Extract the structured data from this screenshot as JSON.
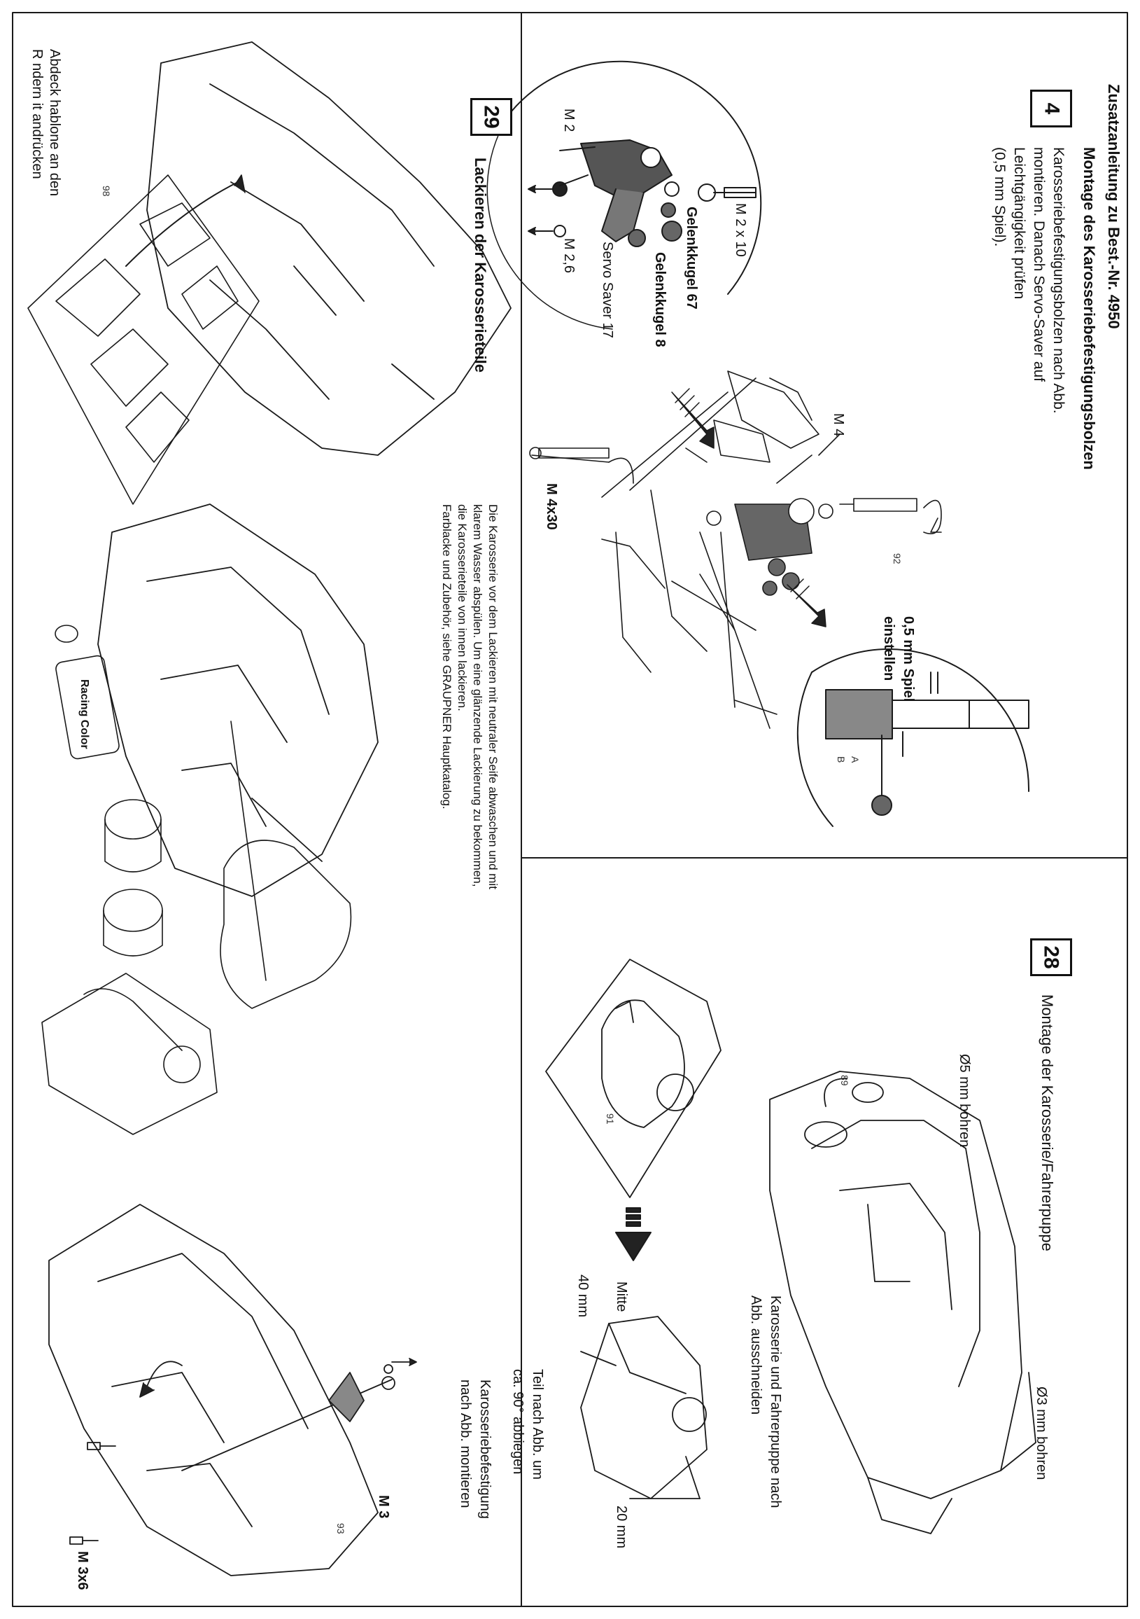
{
  "header": {
    "title": "Zusatzanleitung zu Best.-Nr. 4950"
  },
  "step4": {
    "number": "4",
    "heading": "Montage des Karosseriebefestigungsbolzen",
    "text_lines": [
      "Karosseriebefestigungsbolzen nach Abb.",
      "montieren. Danach Servo-Saver auf",
      "Leichtgängigkeit prüfen",
      "(0,5 mm Spiel)."
    ],
    "labels": {
      "m2x10": "M 2 x 10",
      "m2": "M 2",
      "gelenkkugel67": "Gelenkkugel 67",
      "gelenkkugel8": "Gelenkkugel 8",
      "servo_saver": "Servo Saver 17",
      "m26": "M 2,6",
      "m4": "M 4",
      "m4x30": "M 4x30",
      "part92": "92",
      "spiel": "0,5 mm Spiel",
      "einstellen": "einstellen",
      "a": "A",
      "b": "B"
    }
  },
  "step28": {
    "number": "28",
    "heading": "Montage der Karosserie/Fahrerpuppe",
    "labels": {
      "bohren5": "Ø5 mm bohren",
      "bohren3": "Ø3 mm bohren",
      "part89": "89",
      "part91": "91",
      "cut_line1": "Karosserie und Fahrerpuppe nach",
      "cut_line2": "Abb. ausschneiden",
      "mitte": "Mitte",
      "mm40": "40 mm",
      "mm20": "20 mm",
      "bend_line1": "Teil nach Abb. um",
      "bend_line2": "ca. 90° abbiegen",
      "mount_line1": "Karosseriebefestigung",
      "mount_line2": "nach Abb. montieren",
      "m3": "M 3",
      "m3x6": "M 3x6",
      "part93": "93"
    }
  },
  "step29": {
    "number": "29",
    "heading": "Lackieren der Karosserieteile",
    "text_lines": [
      "Die Karosserie vor dem Lackieren mit neutraler Seife abwaschen und mit",
      "klarem Wasser abspülen. Um eine glänzende Lackierung zu bekommen,",
      "die Karosserieteile von innen lackieren.",
      "Farblacke und Zubehör, siehe GRAUPNER Hauptkatalog."
    ],
    "labels": {
      "abdeck1": "Abdeck  hablone an den",
      "abdeck2": "R  ndern  it andrücken",
      "part98": "98",
      "tube_text": "Racing Color"
    }
  }
}
